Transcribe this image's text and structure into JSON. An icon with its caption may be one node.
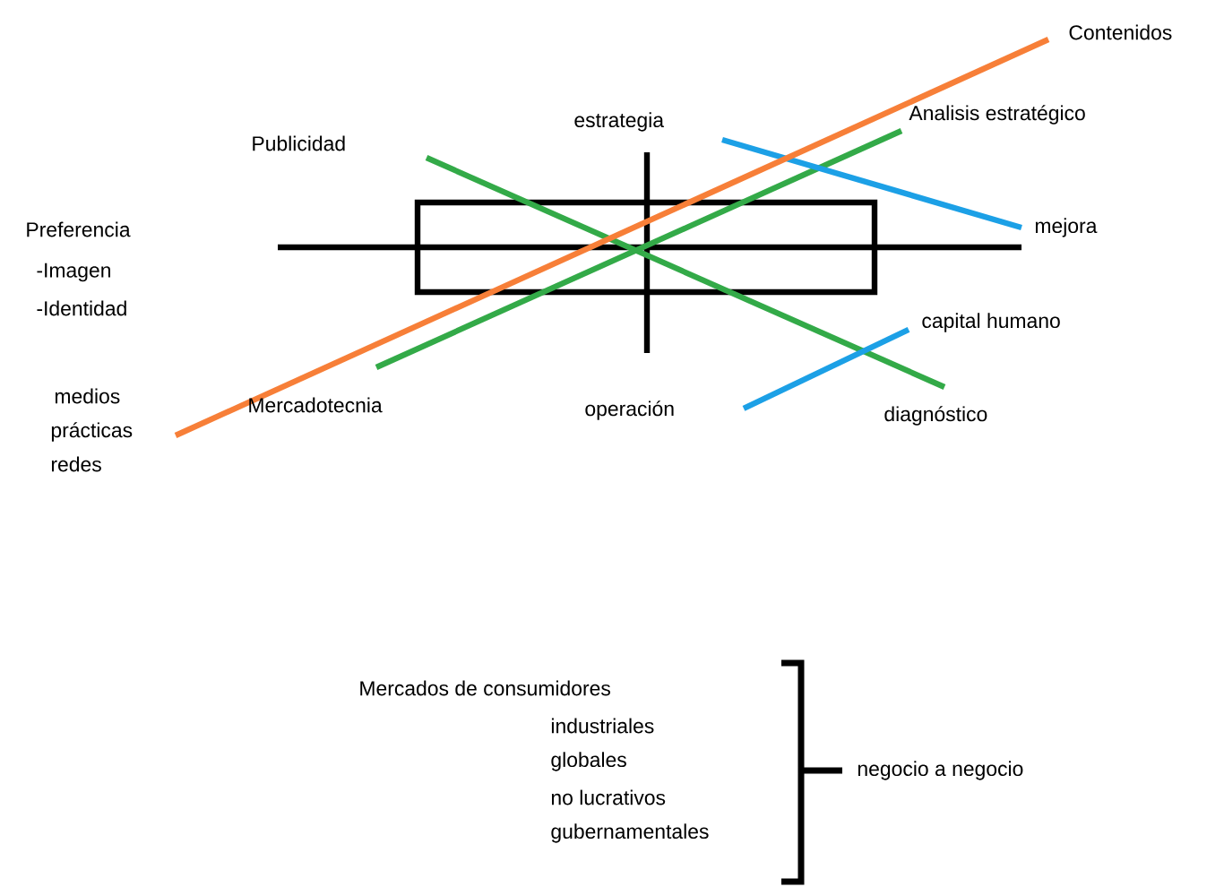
{
  "diagram": {
    "labels": [
      "Contenidos",
      "estrategia",
      "Analisis estratégico",
      "Publicidad",
      "Preferencia",
      "mejora",
      "-Imagen",
      "-Identidad",
      "capital humano",
      "medios",
      "prácticas",
      "redes",
      "Mercadotecnia",
      "operación",
      "diagnóstico",
      "Mercados de consumidores",
      "industriales",
      "globales",
      "no lucrativos",
      "gubernamentales",
      "negocio a negocio"
    ]
  }
}
